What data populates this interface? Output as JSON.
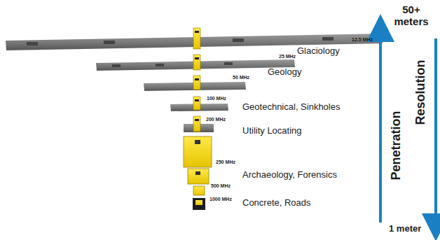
{
  "diagram": {
    "labels": [
      "50+ meters",
      "12.5 MHz",
      "Glaciology",
      "25 MHz",
      "Geology",
      "50 MHz",
      "100 MHz",
      "Geotechnical, Sinkholes",
      "200 MHz",
      "Utility Locating",
      "250 MHz",
      "500 MHz",
      "Archaeology, Forensics",
      "1000 MHz",
      "Concrete, Roads",
      "Penetration",
      "Resolution",
      "1 meter"
    ]
  }
}
